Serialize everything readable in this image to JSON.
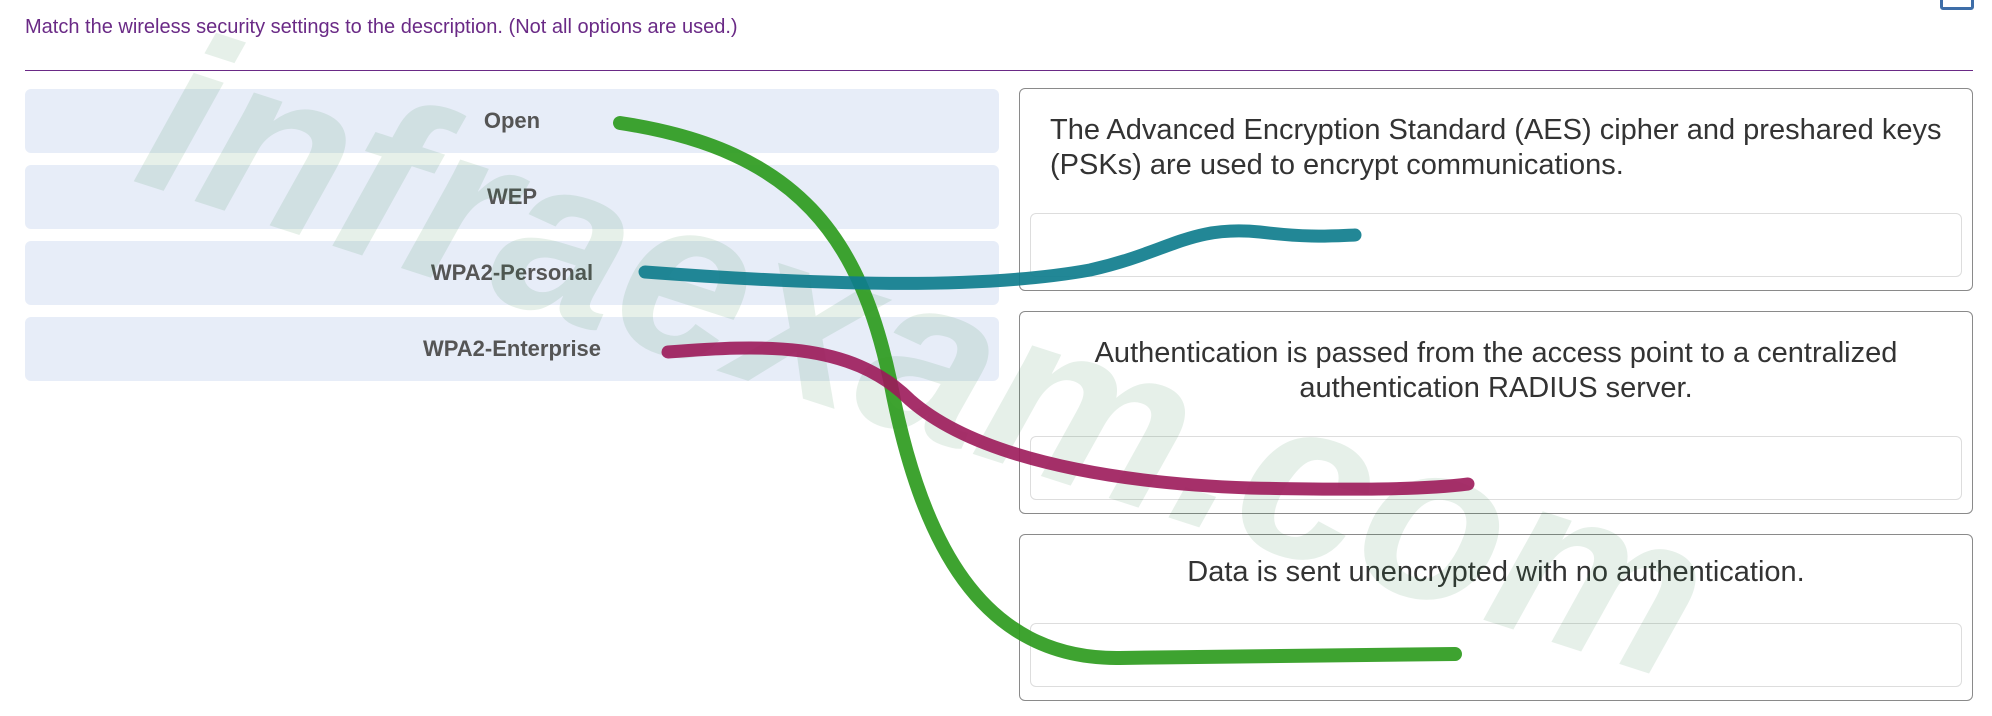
{
  "instruction": "Match the wireless security settings to the description. (Not all options are used.)",
  "options": [
    {
      "label": "Open"
    },
    {
      "label": "WEP"
    },
    {
      "label": "WPA2-Personal"
    },
    {
      "label": "WPA2-Enterprise"
    }
  ],
  "targets": [
    {
      "text": "The Advanced Encryption Standard (AES) cipher and preshared keys (PSKs) are used to encrypt communications."
    },
    {
      "text": "Authentication is passed from the access point to a centralized authentication RADIUS server."
    },
    {
      "text": "Data is sent unencrypted with no authentication."
    }
  ],
  "watermark": {
    "text": "infraexam.com"
  },
  "colors": {
    "instruction": "#6a2a86",
    "option_bg": "#e7edf8",
    "line_open": "#2e9b1e",
    "line_wpa2_personal": "#0f7d8d",
    "line_wpa2_enterprise": "#9c1a5a"
  }
}
